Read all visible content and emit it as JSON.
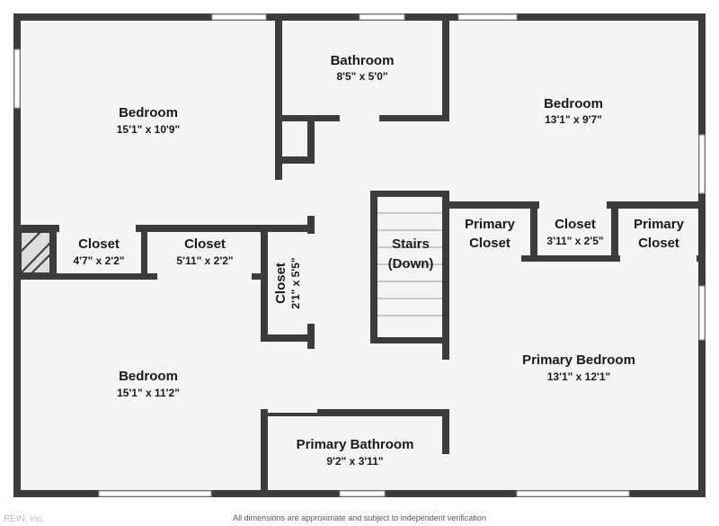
{
  "logo_text": "REIN, Inc.",
  "disclaimer": "All dimensions are approximate and subject to independent verification",
  "colors": {
    "wall": "#3c3c3c",
    "floor": "#f4f4f4",
    "background": "#ffffff",
    "window": "#ffffff"
  },
  "rooms": {
    "bedroom_nw": {
      "name": "Bedroom",
      "dim": "15'1\" x 10'9\""
    },
    "bathroom": {
      "name": "Bathroom",
      "dim": "8'5\" x 5'0\""
    },
    "bedroom_ne": {
      "name": "Bedroom",
      "dim": "13'1\" x 9'7\""
    },
    "closet_left": {
      "name": "Closet",
      "dim": "4'7\" x 2'2\""
    },
    "closet_mid": {
      "name": "Closet",
      "dim": "5'11\" x 2'2\""
    },
    "closet_vertical": {
      "name": "Closet",
      "dim": "2'1\" x 5'5\""
    },
    "stairs": {
      "name_line1": "Stairs",
      "name_line2": "(Down)"
    },
    "primary_closet_left": {
      "name_line1": "Primary",
      "name_line2": "Closet"
    },
    "closet_small": {
      "name": "Closet",
      "dim": "3'11\" x 2'5\""
    },
    "primary_closet_right": {
      "name_line1": "Primary",
      "name_line2": "Closet"
    },
    "bedroom_sw": {
      "name": "Bedroom",
      "dim": "15'1\" x 11'2\""
    },
    "primary_bedroom": {
      "name": "Primary Bedroom",
      "dim": "13'1\" x 12'1\""
    },
    "primary_bathroom": {
      "name": "Primary Bathroom",
      "dim": "9'2\" x 3'11\""
    }
  }
}
